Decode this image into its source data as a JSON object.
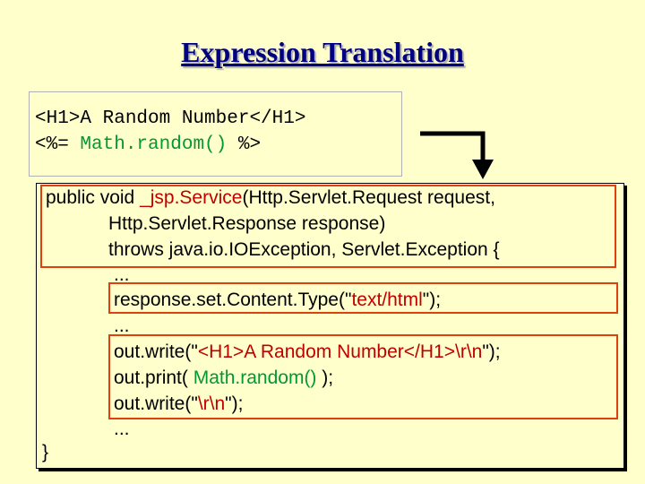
{
  "title": "Expression Translation",
  "jsp_source": {
    "line1": "<H1>A Random Number</H1>",
    "line2_open": "<%= ",
    "line2_expr": "Math.random()",
    "line2_close": " %>"
  },
  "servlet_code": {
    "l1_pre": "public void ",
    "l1_method": "_jsp.Service",
    "l1_post": "(Http.Servlet.Request request,",
    "l2": "Http.Servlet.Response response)",
    "l3": "throws java.io.IOException, Servlet.Exception {",
    "l4": "...",
    "l5_pre": "response.set.Content.Type(\"",
    "l5_str": "text/html",
    "l5_post": "\");",
    "l6": "...",
    "l7_pre": "out.write(\"",
    "l7_str": "<H1>A Random Number</H1>\\r\\n",
    "l7_post": "\");",
    "l8_pre": "out.print( ",
    "l8_expr": "Math.random()",
    "l8_post": " );",
    "l9_pre": "out.write(\"",
    "l9_str": "\\r\\n",
    "l9_post": "\");",
    "l10": "...",
    "close_brace": "}"
  },
  "colors": {
    "background": "#ffffcc",
    "title": "#000080",
    "highlight_border": "#e04010",
    "expression_green": "#009933",
    "string_red": "#c00000"
  }
}
